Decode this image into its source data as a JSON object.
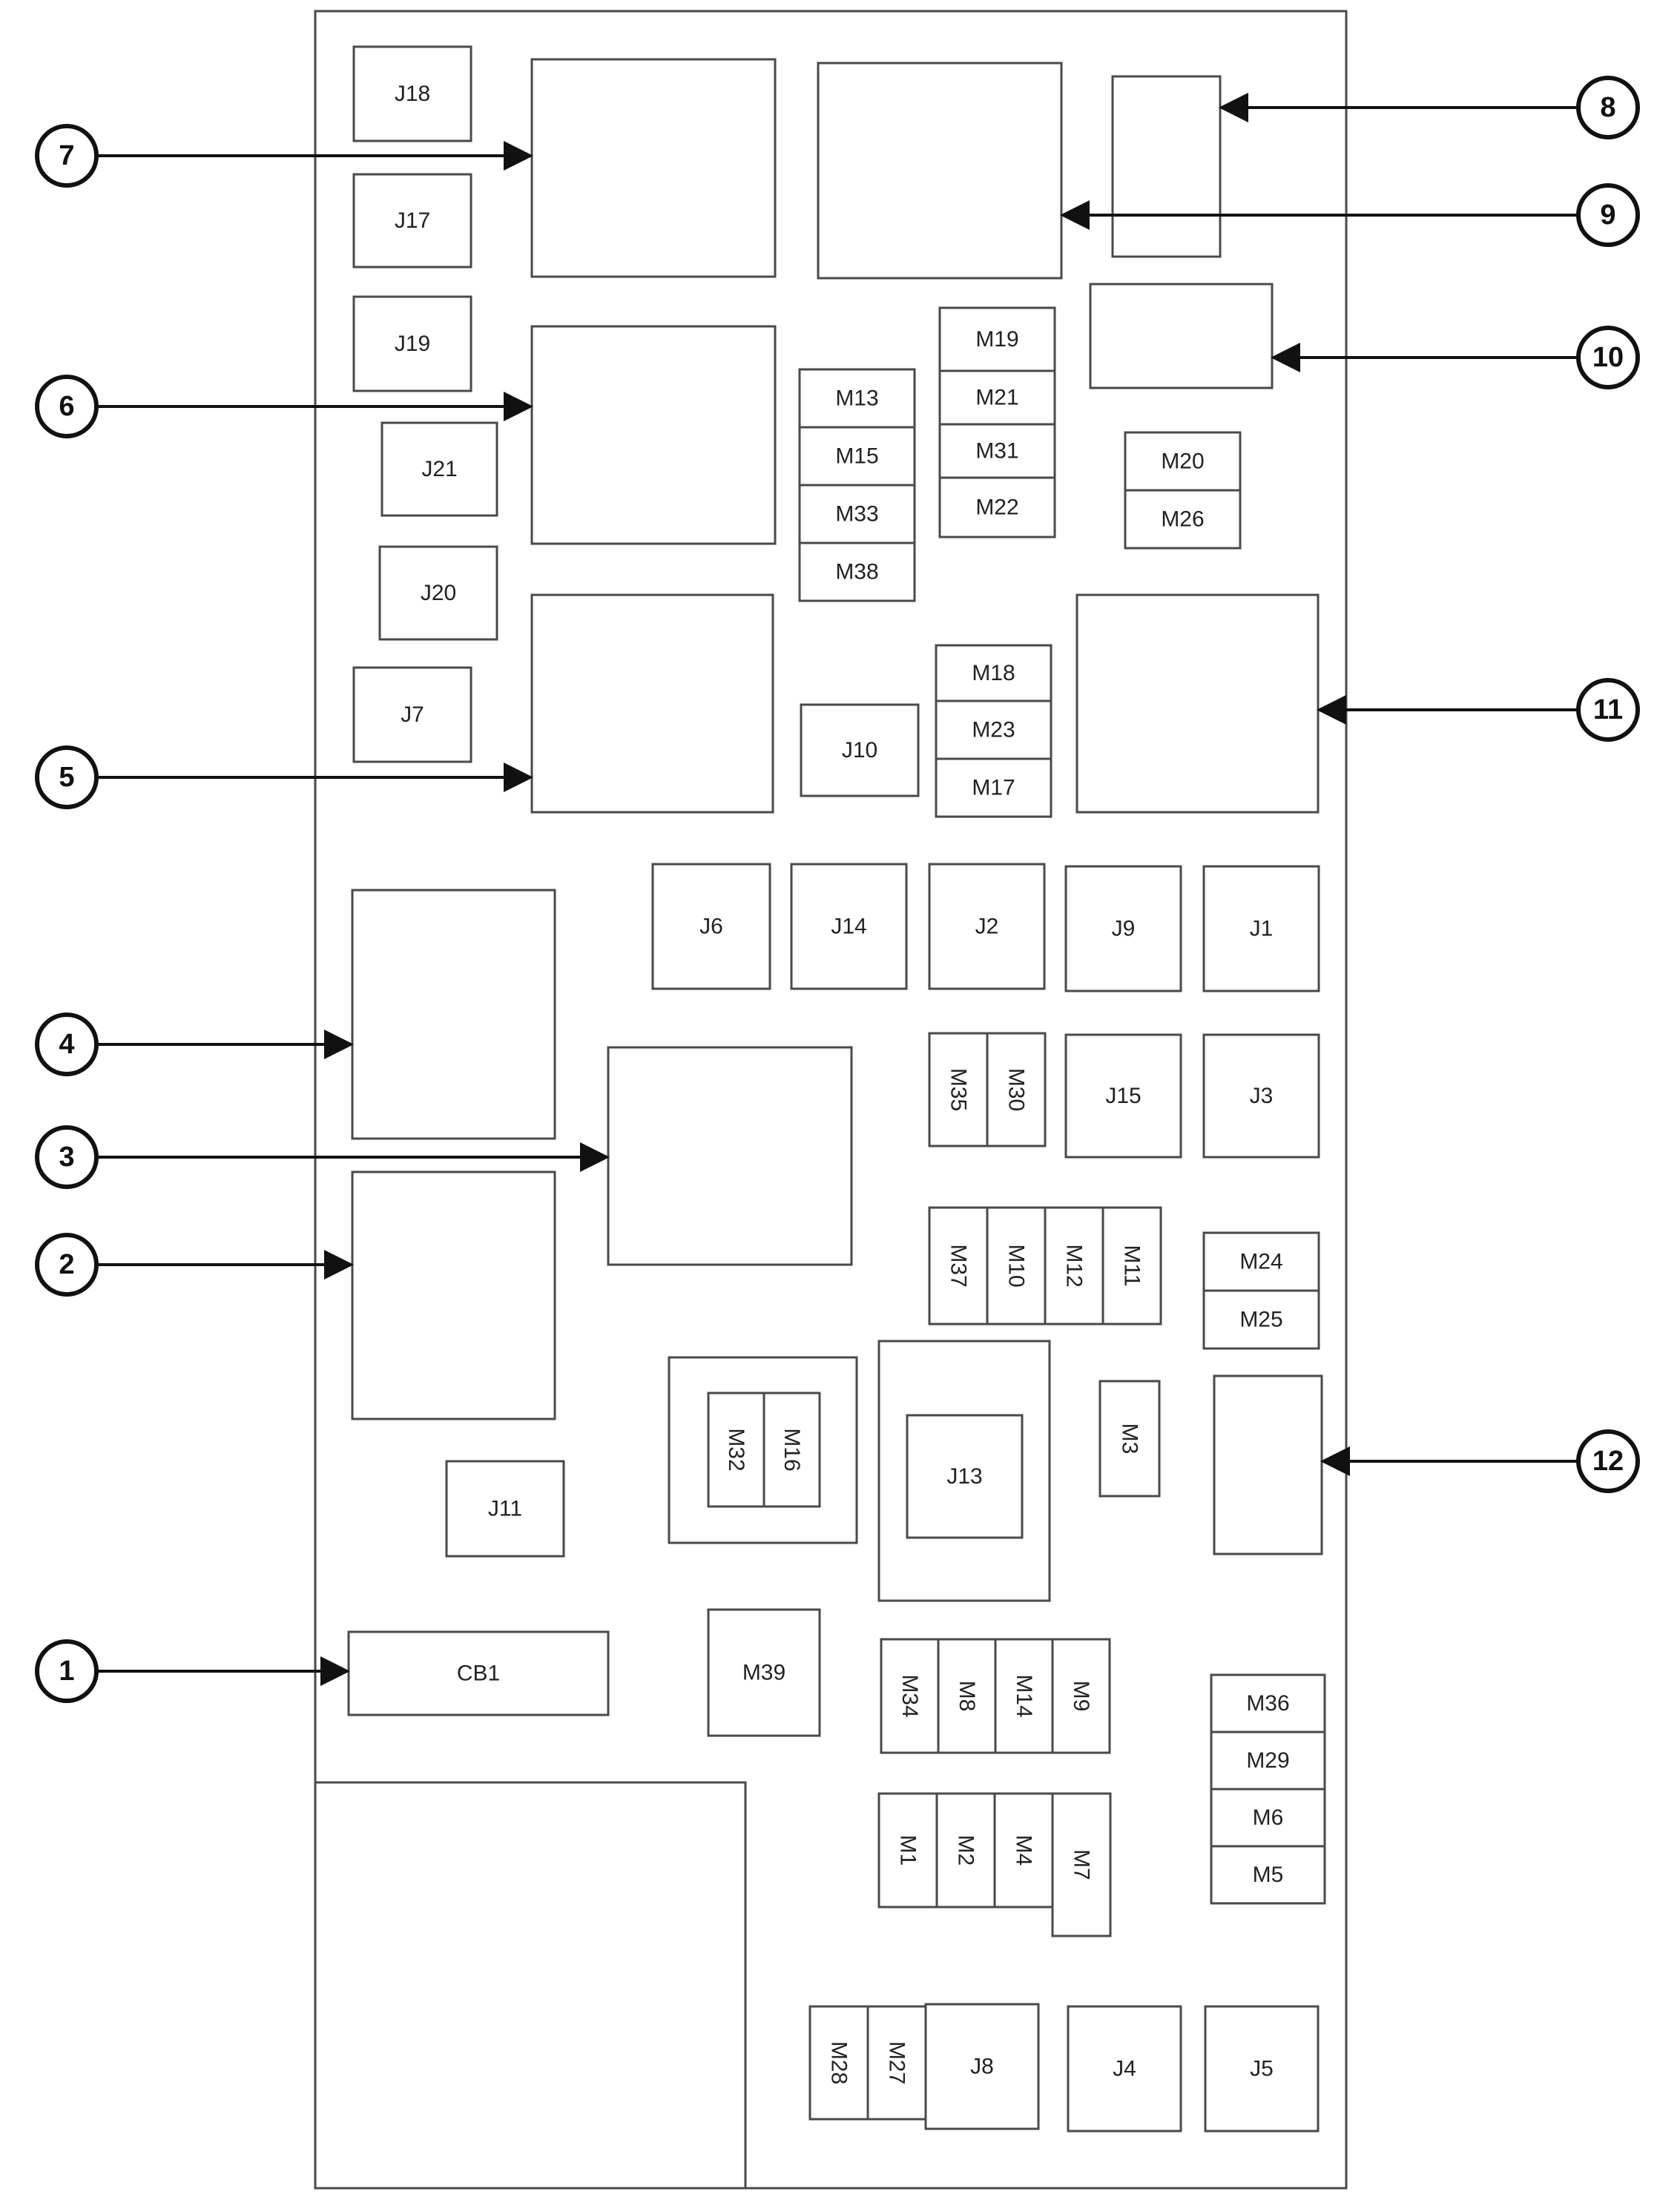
{
  "labels": {
    "J18": "J18",
    "J17": "J17",
    "J19": "J19",
    "J21": "J21",
    "J20": "J20",
    "J7": "J7",
    "J10": "J10",
    "J6": "J6",
    "J14": "J14",
    "J2": "J2",
    "J9": "J9",
    "J1": "J1",
    "J15": "J15",
    "J3": "J3",
    "J13": "J13",
    "J11": "J11",
    "CB1": "CB1",
    "J8": "J8",
    "J4": "J4",
    "J5": "J5",
    "M13": "M13",
    "M15": "M15",
    "M33": "M33",
    "M38": "M38",
    "M19": "M19",
    "M21": "M21",
    "M31": "M31",
    "M22": "M22",
    "M20": "M20",
    "M26": "M26",
    "M18": "M18",
    "M23": "M23",
    "M17": "M17",
    "M35": "M35",
    "M30": "M30",
    "M37": "M37",
    "M10": "M10",
    "M12": "M12",
    "M11": "M11",
    "M24": "M24",
    "M25": "M25",
    "M32": "M32",
    "M16": "M16",
    "M3": "M3",
    "M39": "M39",
    "M34": "M34",
    "M8": "M8",
    "M14": "M14",
    "M9": "M9",
    "M36": "M36",
    "M29": "M29",
    "M6": "M6",
    "M5": "M5",
    "M1": "M1",
    "M2": "M2",
    "M4": "M4",
    "M7": "M7",
    "M28": "M28",
    "M27": "M27"
  },
  "callouts": [
    "1",
    "2",
    "3",
    "4",
    "5",
    "6",
    "7",
    "8",
    "9",
    "10",
    "11",
    "12"
  ]
}
